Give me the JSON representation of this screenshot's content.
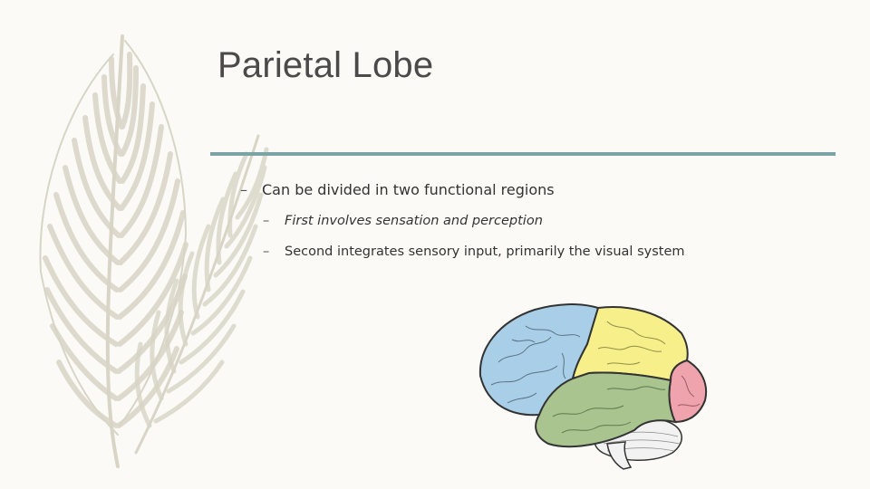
{
  "slide": {
    "title": "Parietal Lobe",
    "dash": "–",
    "bullet_1": "Can be divided in two functional regions",
    "sub_bullet_1": "First involves sensation and perception",
    "sub_bullet_2": "Second integrates sensory input, primarily the visual system"
  },
  "colors": {
    "background": "#fbfaf6",
    "title": "#4a4a4a",
    "rule": "#7aa4a6",
    "feather": "#d8d5c6",
    "frontal_lobe": "#a9cfe8",
    "parietal_lobe": "#f6ef8a",
    "occipital_lobe": "#efa3ad",
    "temporal_lobe": "#a9c48f",
    "cerebellum": "#f2f2f2"
  },
  "icons": [
    "feather-illustration",
    "brain-lobes-illustration"
  ]
}
